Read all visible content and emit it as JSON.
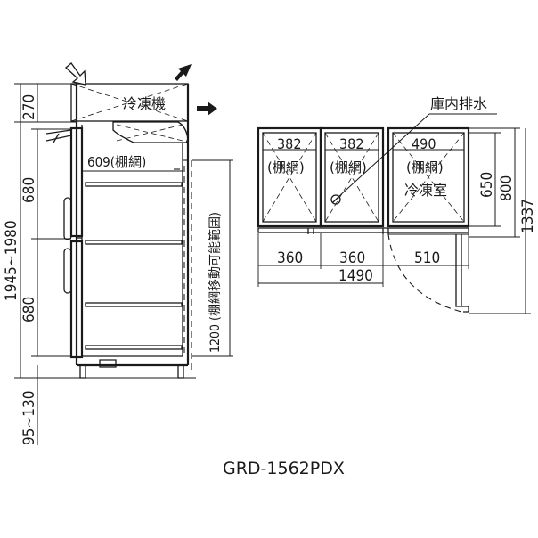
{
  "labels": {
    "refrigeration_unit": "冷凍機",
    "interior_drain": "庫内排水",
    "freezer_compartment": "冷凍室",
    "shelf_width_side": "609(棚網)",
    "shelf_range": "1200 (棚網移動可能範囲)",
    "shelf_mesh": "(棚網)",
    "model": "GRD-1562PDX"
  },
  "side_view_dims": {
    "top_unit_height": "270",
    "total_height": "1945~1980",
    "upper_door": "680",
    "lower_door": "680",
    "leg_height": "95~130"
  },
  "top_view_dims": {
    "shelf_1": "382",
    "shelf_2": "382",
    "shelf_3": "490",
    "section_1": "360",
    "section_2": "360",
    "section_3": "510",
    "total_width": "1490",
    "interior_depth": "650",
    "cabinet_depth": "800",
    "door_open_depth": "1337"
  }
}
